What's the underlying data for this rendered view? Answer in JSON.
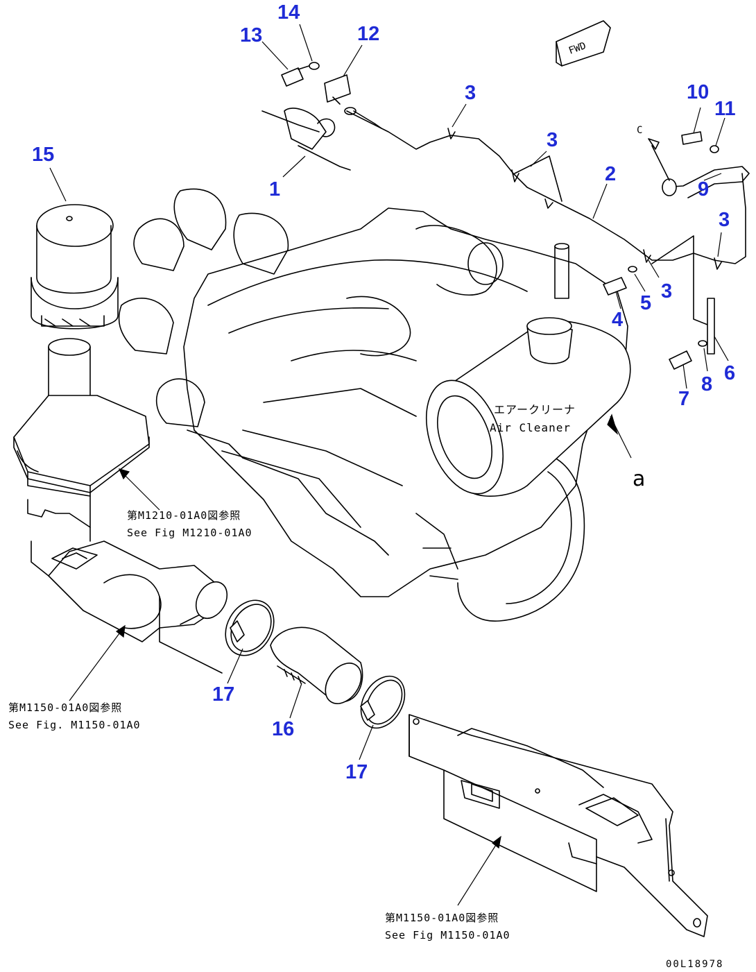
{
  "diagram": {
    "part_numbers": [
      "1",
      "2",
      "3",
      "3",
      "3",
      "3",
      "3",
      "4",
      "5",
      "6",
      "7",
      "8",
      "9",
      "10",
      "11",
      "12",
      "13",
      "14",
      "15",
      "16",
      "17",
      "17"
    ],
    "references": [
      {
        "jp": "第M1210-01A0図参照",
        "en": "See Fig M1210-01A0"
      },
      {
        "jp": "第M1150-01A0図参照",
        "en": "See Fig. M1150-01A0"
      },
      {
        "jp": "第M1150-01A0図参照",
        "en": "See Fig M1150-01A0"
      }
    ],
    "air_cleaner": {
      "jp": "エアークリーナ",
      "en": "Air Cleaner"
    },
    "detail_label": "a",
    "front_mark": "FWD",
    "drawing_code": "00L18978"
  }
}
